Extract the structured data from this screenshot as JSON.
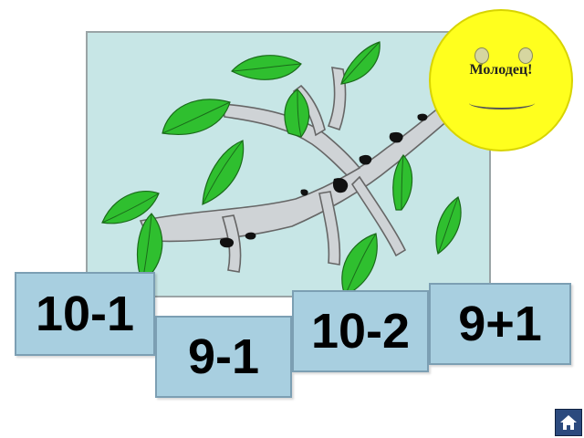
{
  "sun": {
    "label": "Молодец!"
  },
  "cards": [
    {
      "id": "card-10-1",
      "text": "10-1"
    },
    {
      "id": "card-9-1",
      "text": "9-1"
    },
    {
      "id": "card-10-2",
      "text": "10-2"
    },
    {
      "id": "card-9-plus-1",
      "text": "9+1"
    }
  ],
  "home_button": {
    "icon": "home-icon"
  },
  "colors": {
    "panel": "#c7e6e6",
    "card": "#a8cfe0",
    "sun": "#ffff1e",
    "leaf": "#2fbf2f",
    "branch": "#cfd3d6",
    "home_button": "#2c4a7e"
  }
}
